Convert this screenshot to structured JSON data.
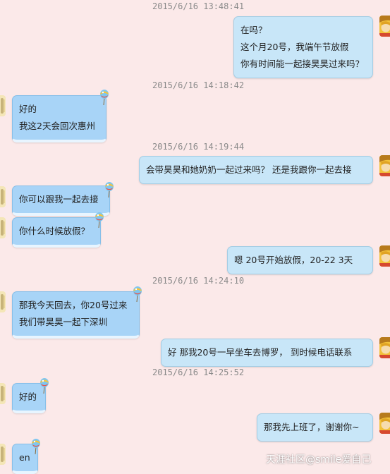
{
  "timestamps": [
    "2015/6/16 13:48:41",
    "2015/6/16 14:18:42",
    "2015/6/16 14:19:44",
    "2015/6/16 14:24:10",
    "2015/6/16 14:25:52"
  ],
  "messages": [
    {
      "lines": [
        "在吗？",
        "这个月20号，我端午节放假",
        "你有时间能一起接昊昊过来吗？"
      ]
    },
    {
      "lines": [
        "好的",
        "我这2天会回次惠州"
      ]
    },
    {
      "lines": [
        "会带昊昊和她奶奶一起过来吗？  还是我跟你一起去接"
      ]
    },
    {
      "lines": [
        "你可以跟我一起去接"
      ]
    },
    {
      "lines": [
        "你什么时候放假？"
      ]
    },
    {
      "lines": [
        "嗯   20号开始放假，20-22   3天"
      ]
    },
    {
      "lines": [
        "那我今天回去，你20号过来",
        "我们带昊昊一起下深圳"
      ]
    },
    {
      "lines": [
        "好  那我20号一早坐车去博罗， 到时候电话联系"
      ]
    },
    {
      "lines": [
        "好的"
      ]
    },
    {
      "lines": [
        "那我先上班了，谢谢你~"
      ]
    },
    {
      "lines": [
        "en"
      ]
    }
  ],
  "watermark": "天涯社区@smile爱自己",
  "colors": {
    "background": "#fbe9e9",
    "self_bubble": "#c8e6f8",
    "other_bubble": "#a8d4f7",
    "timestamp": "#8a8a8a"
  }
}
